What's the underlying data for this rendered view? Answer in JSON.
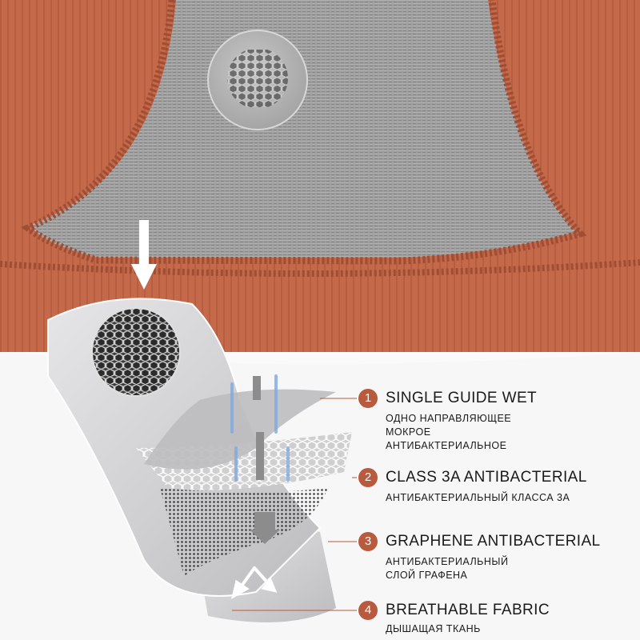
{
  "colors": {
    "fabric": "#c4694a",
    "fabric_dark": "#a9543a",
    "gusset": "#9a9a9a",
    "accent": "#b85a3e",
    "layer": "#d4d4d6"
  },
  "features": [
    {
      "number": "1",
      "title": "SINGLE GUIDE WET",
      "subtitle_lines": [
        "ОДНО НАПРАВЛЯЮЩЕЕ",
        "МОКРОЕ",
        "АНТИБАКТЕРИАЛЬНОЕ"
      ]
    },
    {
      "number": "2",
      "title": "CLASS 3A ANTIBACTERIAL",
      "subtitle_lines": [
        "АНТИБАКТЕРИАЛЬНЫЙ КЛАССА 3А"
      ]
    },
    {
      "number": "3",
      "title": "GRAPHENE ANTIBACTERIAL",
      "subtitle_lines": [
        "АНТИБАКТЕРИАЛЬНЫЙ",
        "СЛОЙ ГРАФЕНА"
      ]
    },
    {
      "number": "4",
      "title": "BREATHABLE FABRIC",
      "subtitle_lines": [
        "ДЫШАЩАЯ ТКАНЬ"
      ]
    }
  ]
}
